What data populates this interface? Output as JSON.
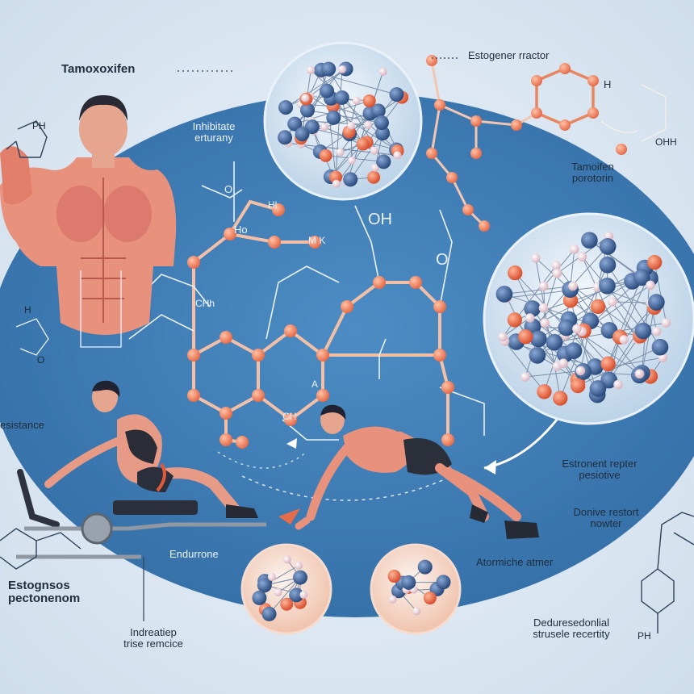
{
  "labels": {
    "tamoxoxifen": "Tamoxoxifen",
    "estogener_rractor": "Estogener rractor",
    "inhibitate_erturany": [
      "Inhibitate",
      "erturany"
    ],
    "tamoifen_porotorin": [
      "Tamoifen",
      "porotorin"
    ],
    "estronent_repter": [
      "Estronent repter",
      "pesiotive"
    ],
    "donive_restort": [
      "Donive restort",
      "nowter"
    ],
    "atormiche_atmer": "Atormiche atmer",
    "deduresedonlial": [
      "Deduresedonlial",
      "strusele recertity"
    ],
    "endurrone": "Endurrone",
    "resistance": "esistance",
    "estognsos": [
      "Estognsos",
      "pectonenom"
    ],
    "indreatiep": [
      "Indreatiep",
      "trise remcice"
    ]
  },
  "chem": {
    "oh_top": "OH",
    "ho_left": "Ho",
    "o_upper": "O",
    "o_right": "O",
    "h_right": "H",
    "ohh": "OHH",
    "chh": "CHh",
    "hl": "Hl",
    "mk": "M K",
    "a_mark": "A",
    "ch_bottom": "CH",
    "ph_corner": "PH",
    "ph_top_left": "PH",
    "h_left": "H",
    "o_left": "O"
  },
  "colors": {
    "background": "#dfe9f3",
    "oval": "#3f7fb8",
    "atom_orange": "#e8694a",
    "atom_blue": "#3c5f93",
    "atom_pink": "#f0d5dc",
    "bond_line": "#f1f5f9"
  }
}
